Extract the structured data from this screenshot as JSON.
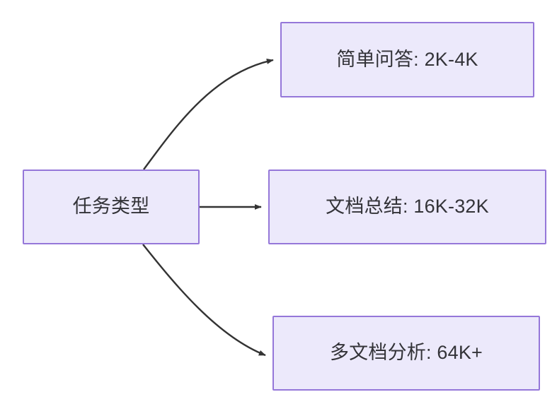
{
  "diagram": {
    "type": "flowchart",
    "direction": "left-to-right",
    "background_color": "#ffffff",
    "node_fill_color": "#ece9fb",
    "node_border_color": "#9577d9",
    "node_text_color": "#333338",
    "edge_color": "#333333",
    "nodes": [
      {
        "id": "source",
        "label": "任务类型",
        "role": "root"
      },
      {
        "id": "simple-qa",
        "label": "简单问答: 2K-4K",
        "role": "leaf"
      },
      {
        "id": "doc-summary",
        "label": "文档总结: 16K-32K",
        "role": "leaf"
      },
      {
        "id": "multi-doc",
        "label": "多文档分析: 64K+",
        "role": "leaf"
      }
    ],
    "edges": [
      {
        "id": "edge-source-simple-qa",
        "from": "任务类型",
        "to": "简单问答: 2K-4K",
        "label": "",
        "style": "curved-arrow"
      },
      {
        "id": "edge-source-doc-summary",
        "from": "任务类型",
        "to": "文档总结: 16K-32K",
        "label": "",
        "style": "straight-arrow"
      },
      {
        "id": "edge-source-multi-doc",
        "from": "任务类型",
        "to": "多文档分析: 64K+",
        "label": "",
        "style": "curved-arrow"
      }
    ]
  }
}
